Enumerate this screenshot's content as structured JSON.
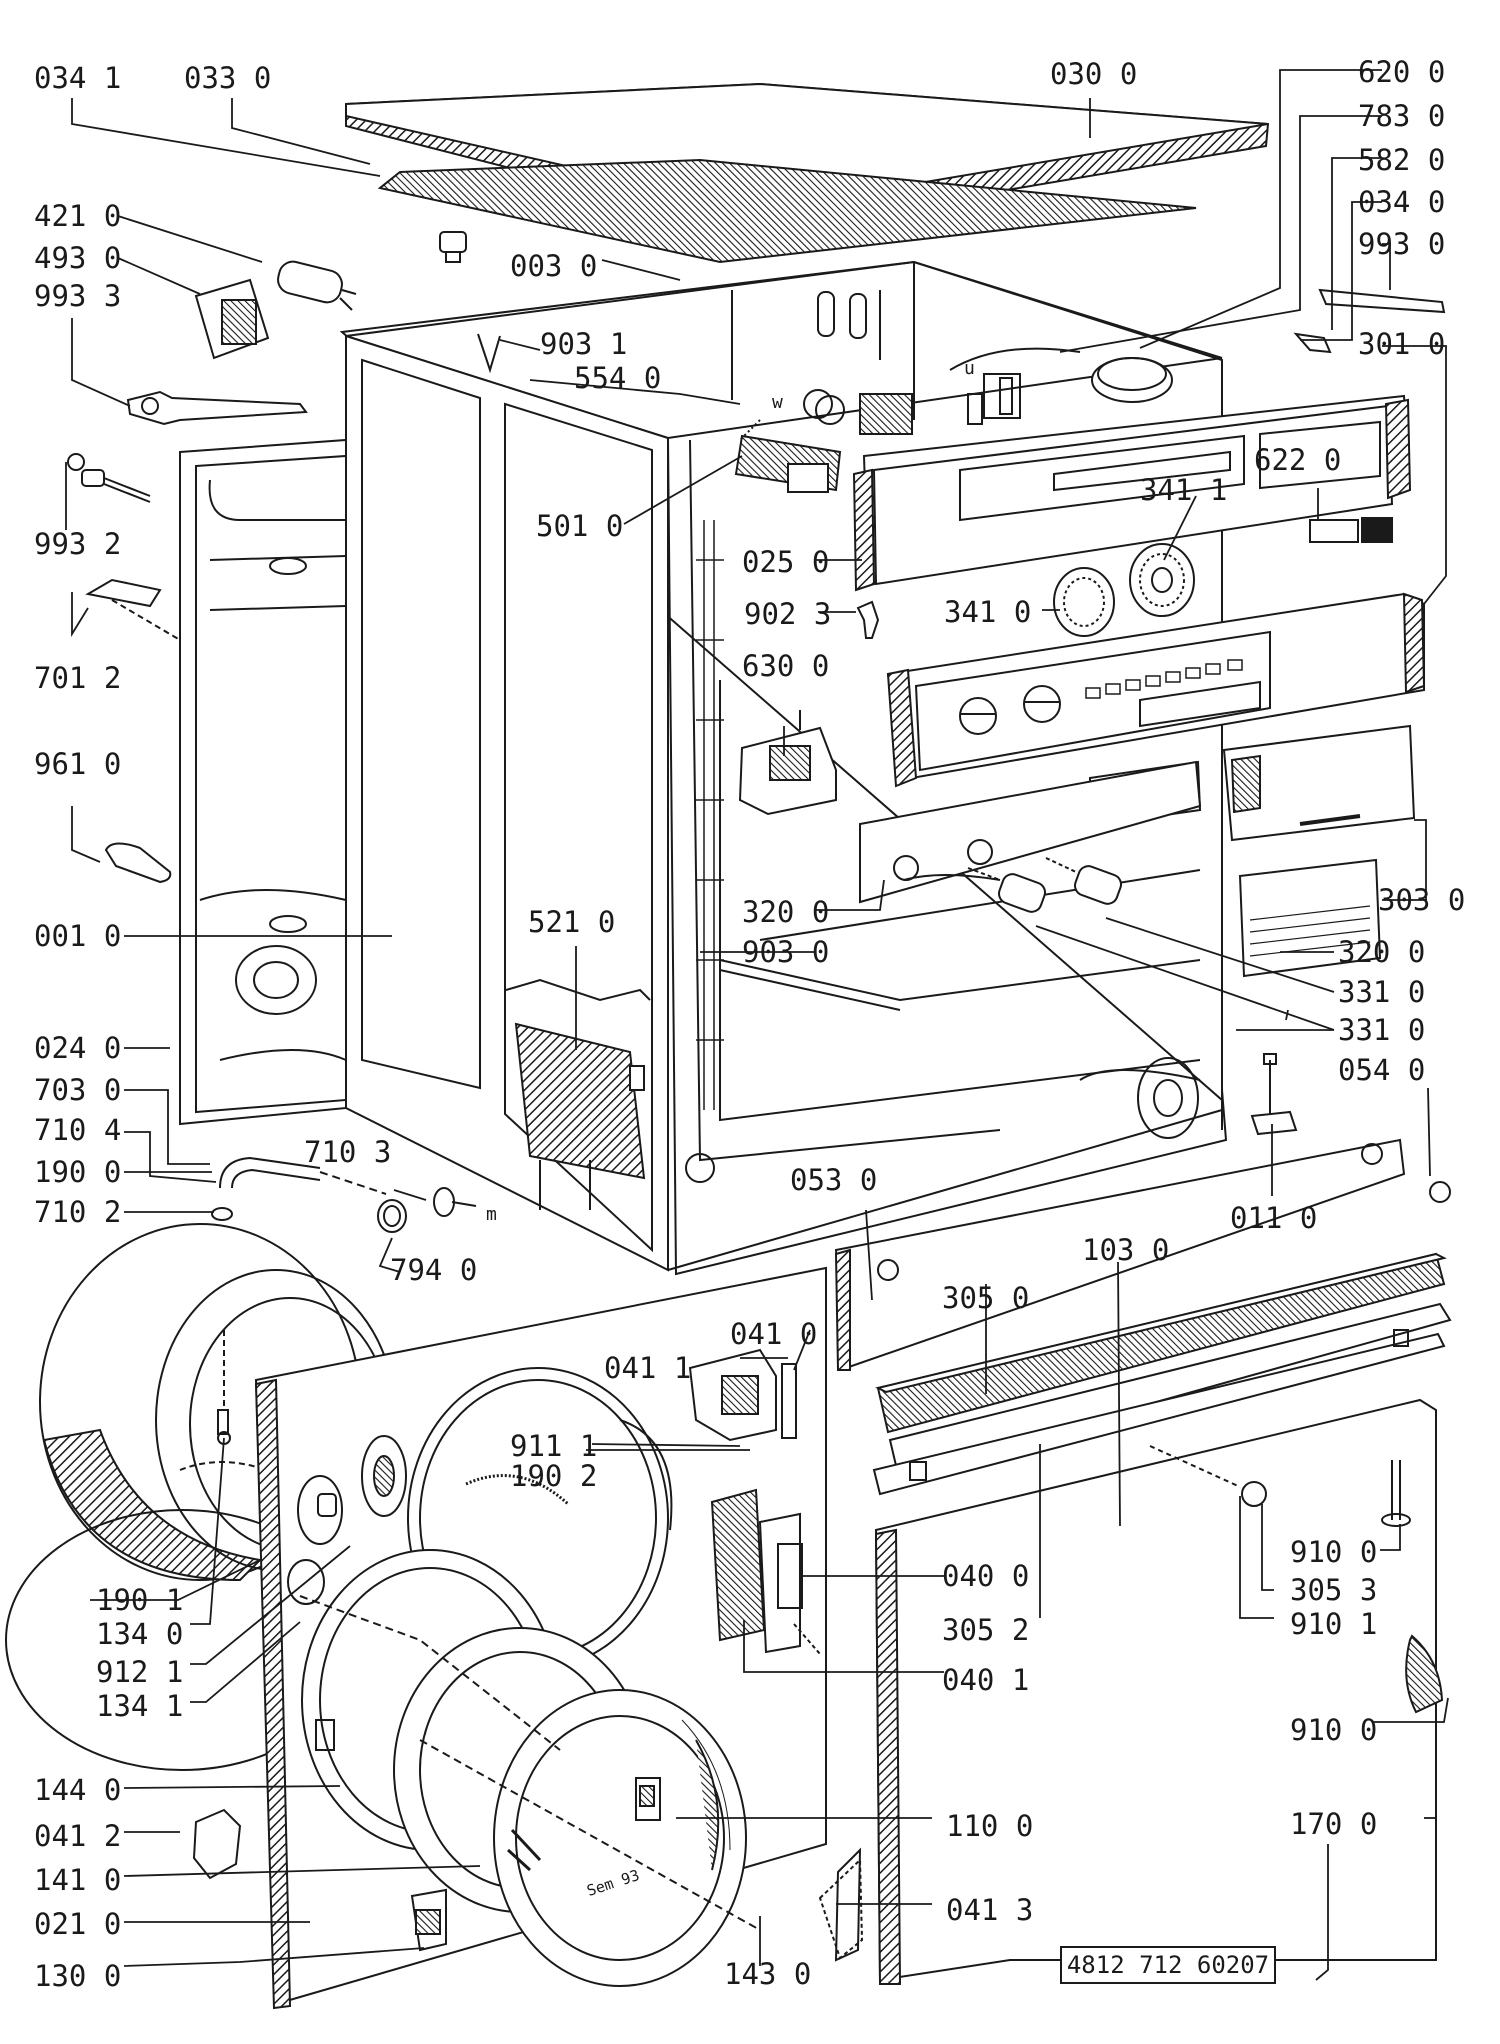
{
  "diagram": {
    "catalog_number": "4812 712 60207",
    "stamp_text": "Sem 93",
    "small_marks": {
      "w": "w",
      "m": "m",
      "u": "u"
    }
  },
  "labels": {
    "l0341": "034 1",
    "l0330": "033 0",
    "l0300": "030 0",
    "l6200": "620 0",
    "l7830": "783 0",
    "l5820": "582 0",
    "l0340": "034 0",
    "l9930": "993 0",
    "l3010": "301 0",
    "l4210": "421 0",
    "l4930": "493 0",
    "l9933": "993 3",
    "l0030": "003 0",
    "l9031": "903 1",
    "l5540": "554 0",
    "l6220": "622 0",
    "l3411": "341 1",
    "l9932": "993 2",
    "l5010": "501 0",
    "l0250": "025 0",
    "l7012": "701 2",
    "l9023": "902 3",
    "l3410": "341 0",
    "l6300": "630 0",
    "l9610": "961 0",
    "l0010": "001 0",
    "l5210": "521 0",
    "l3200a": "320 0",
    "l9030": "903 0",
    "l3030": "303 0",
    "l3200b": "320 0",
    "l3310a": "331 0",
    "l3310b": "331 0",
    "l0240": "024 0",
    "l7030": "703 0",
    "l0540": "054 0",
    "l7104": "710 4",
    "l7103": "710 3",
    "l1900": "190 0",
    "l7102": "710 2",
    "l0530": "053 0",
    "l0110": "011 0",
    "l7940": "794 0",
    "l1030": "103 0",
    "l3050": "305 0",
    "l0410": "041 0",
    "l0411": "041 1",
    "l9111": "911 1",
    "l1902": "190 2",
    "l9100a": "910 0",
    "l3053": "305 3",
    "l9101": "910 1",
    "l0400": "040 0",
    "l3052": "305 2",
    "l1901": "190 1",
    "l1340": "134 0",
    "l9121": "912 1",
    "l1341": "134 1",
    "l0401": "040 1",
    "l9100b": "910 0",
    "l1440": "144 0",
    "l0412": "041 2",
    "l1100": "110 0",
    "l1700": "170 0",
    "l1410": "141 0",
    "l0210": "021 0",
    "l0413": "041 3",
    "l1300": "130 0",
    "l1430": "143 0"
  }
}
